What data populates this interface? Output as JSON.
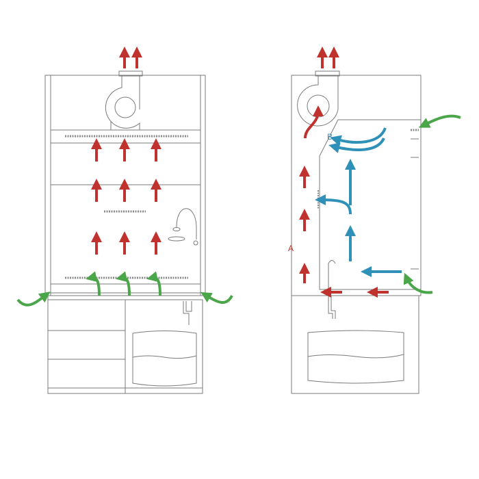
{
  "labels": {
    "a": "A",
    "b": "B"
  },
  "colors": {
    "exhaust_air": "#c0322e",
    "internal_flow": "#2f90b8",
    "intake_air": "#4ba64a",
    "outline": "#7a7a7a"
  },
  "views": [
    {
      "name": "front-view"
    },
    {
      "name": "side-section-view"
    }
  ]
}
